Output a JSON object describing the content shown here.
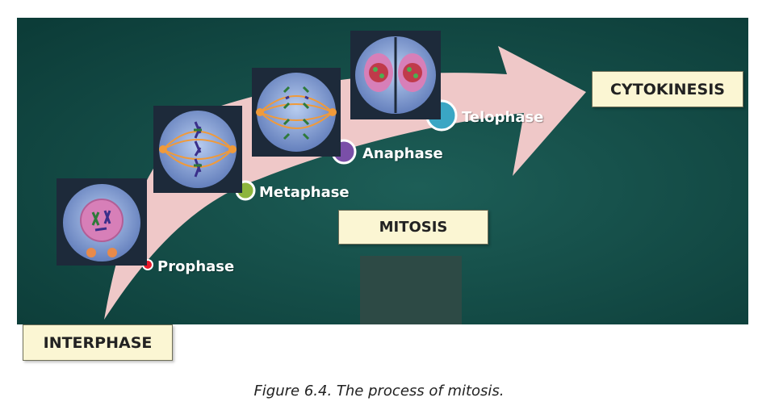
{
  "diagram": {
    "stages": {
      "interphase": "INTERPHASE",
      "mitosis": "MITOSIS",
      "cytokinesis": "CYTOKINESIS"
    },
    "phases": [
      {
        "label": "Prophase",
        "color": "#e8192c"
      },
      {
        "label": "Metaphase",
        "color": "#8db53c"
      },
      {
        "label": "Anaphase",
        "color": "#7a4fa8"
      },
      {
        "label": "Telophase",
        "color": "#3aa6c4"
      }
    ],
    "colors": {
      "background": "#0f4a45",
      "arrow": "#efc8c8",
      "box_fill": "#fbf6d3"
    }
  },
  "caption": "Figure 6.4. The process of mitosis."
}
